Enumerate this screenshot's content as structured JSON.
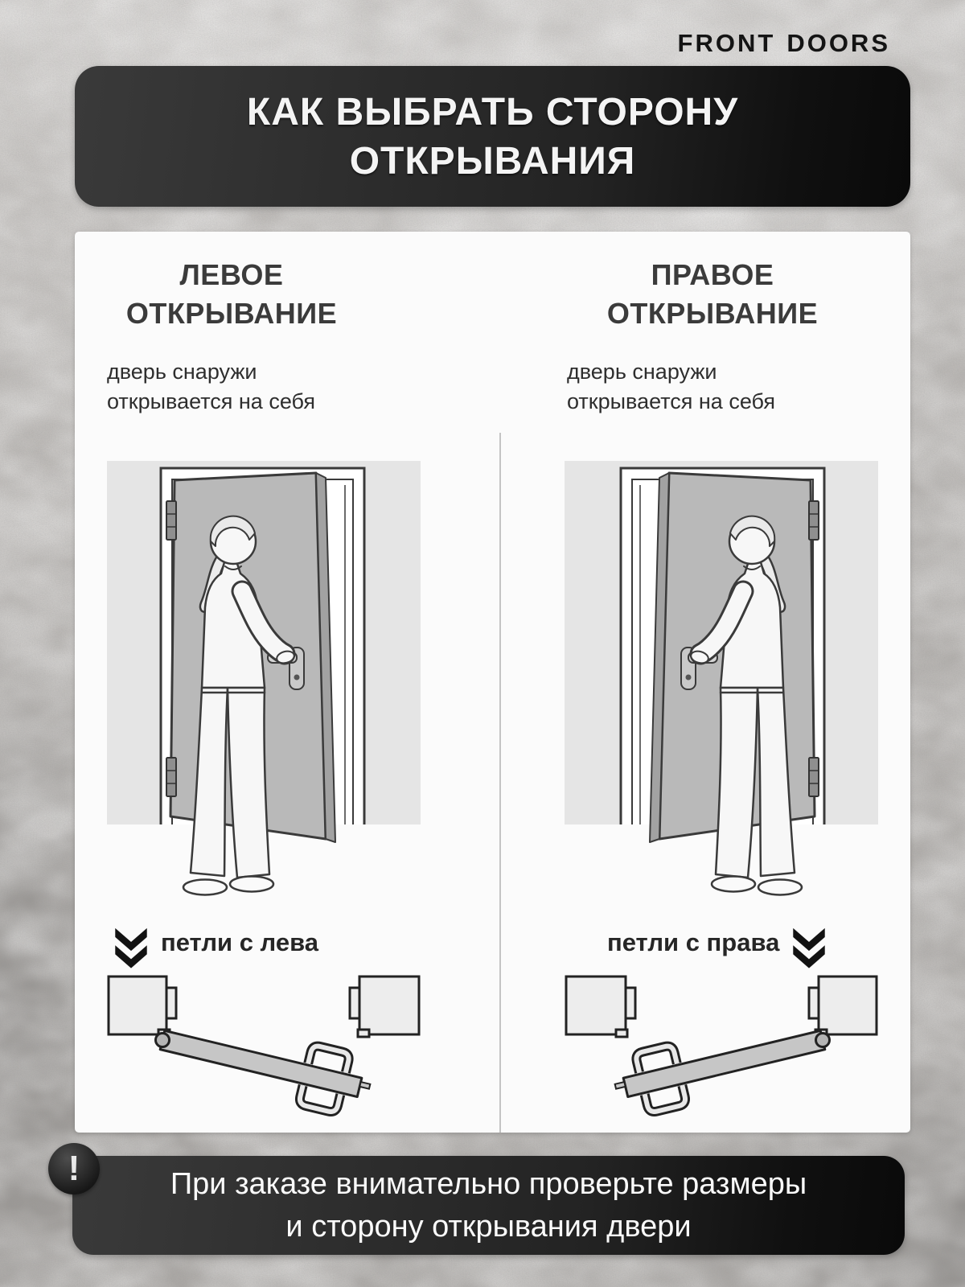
{
  "brand": {
    "word_left": "FRONT",
    "word_right": "DOORS",
    "separator_icon": "brand-separator-block"
  },
  "header": {
    "title_lines": [
      "КАК ВЫБРАТЬ СТОРОНУ",
      "ОТКРЫВАНИЯ"
    ]
  },
  "panels": {
    "left": {
      "title_lines": [
        "ЛЕВОЕ",
        "ОТКРЫВАНИЕ"
      ],
      "subtitle_lines": [
        "дверь снаружи",
        "открывается на себя"
      ],
      "hinge_label": "петли с лева",
      "hinge_icon": "double-chevron-down-icon",
      "illustration": "woman-opens-left-hinged-door-outward",
      "diagram": "top-view-door-swing-left-hinges"
    },
    "right": {
      "title_lines": [
        "ПРАВОЕ",
        "ОТКРЫВАНИЕ"
      ],
      "subtitle_lines": [
        "дверь снаружи",
        "открывается на себя"
      ],
      "hinge_label": "петли с права",
      "hinge_icon": "double-chevron-down-icon",
      "illustration": "woman-opens-right-hinged-door-outward",
      "diagram": "top-view-door-swing-right-hinges"
    }
  },
  "footer_note": {
    "icon": "exclamation-icon",
    "icon_glyph": "!",
    "text_lines": [
      "При заказе внимательно проверьте размеры",
      "и сторону открывания двери"
    ]
  },
  "colors": {
    "background_concrete": "#b1aeab",
    "banner_black": "#1a1a1a",
    "card_white": "#fbfbfb",
    "title_text": "#3b3b3b",
    "body_text": "#2e2e2e",
    "banner_text": "#f4f4f4",
    "illustration_wall": "#e5e5e5",
    "door_fill": "#b9b9b9",
    "outline": "#3a3a3a"
  }
}
